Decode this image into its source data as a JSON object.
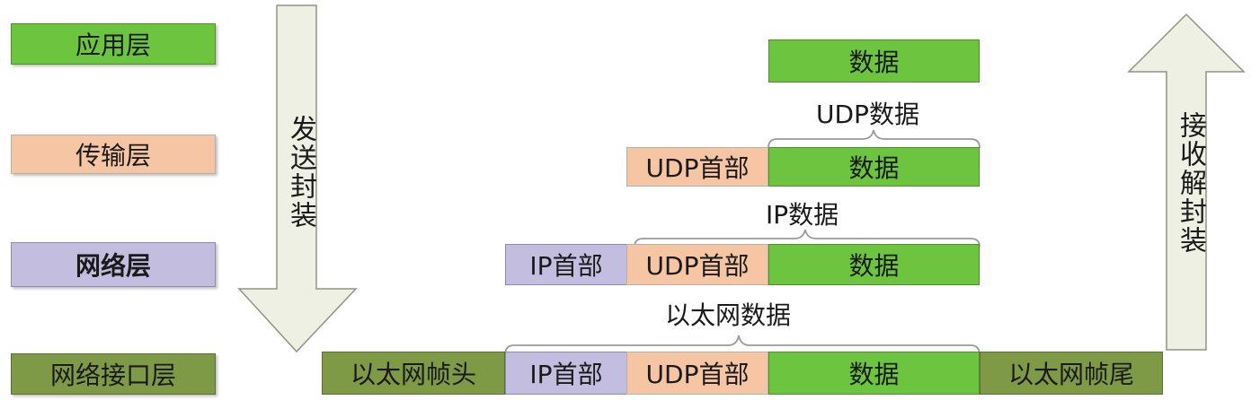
{
  "layers": {
    "application": "应用层",
    "transport": "传输层",
    "network": "网络层",
    "link": "网络接口层"
  },
  "arrows": {
    "send": "发送封装",
    "receive": "接收解封装"
  },
  "blocks": {
    "data": "数据",
    "udp_header": "UDP首部",
    "ip_header": "IP首部",
    "eth_header": "以太网帧头",
    "eth_trailer": "以太网帧尾"
  },
  "braces": {
    "udp_data": "UDP数据",
    "ip_data": "IP数据",
    "eth_data": "以太网数据"
  },
  "colors": {
    "application": "#6cc43f",
    "transport": "#f6c6a4",
    "network": "#c3bedf",
    "link": "#7e9a46",
    "arrow_fill": "#eef0e4"
  }
}
